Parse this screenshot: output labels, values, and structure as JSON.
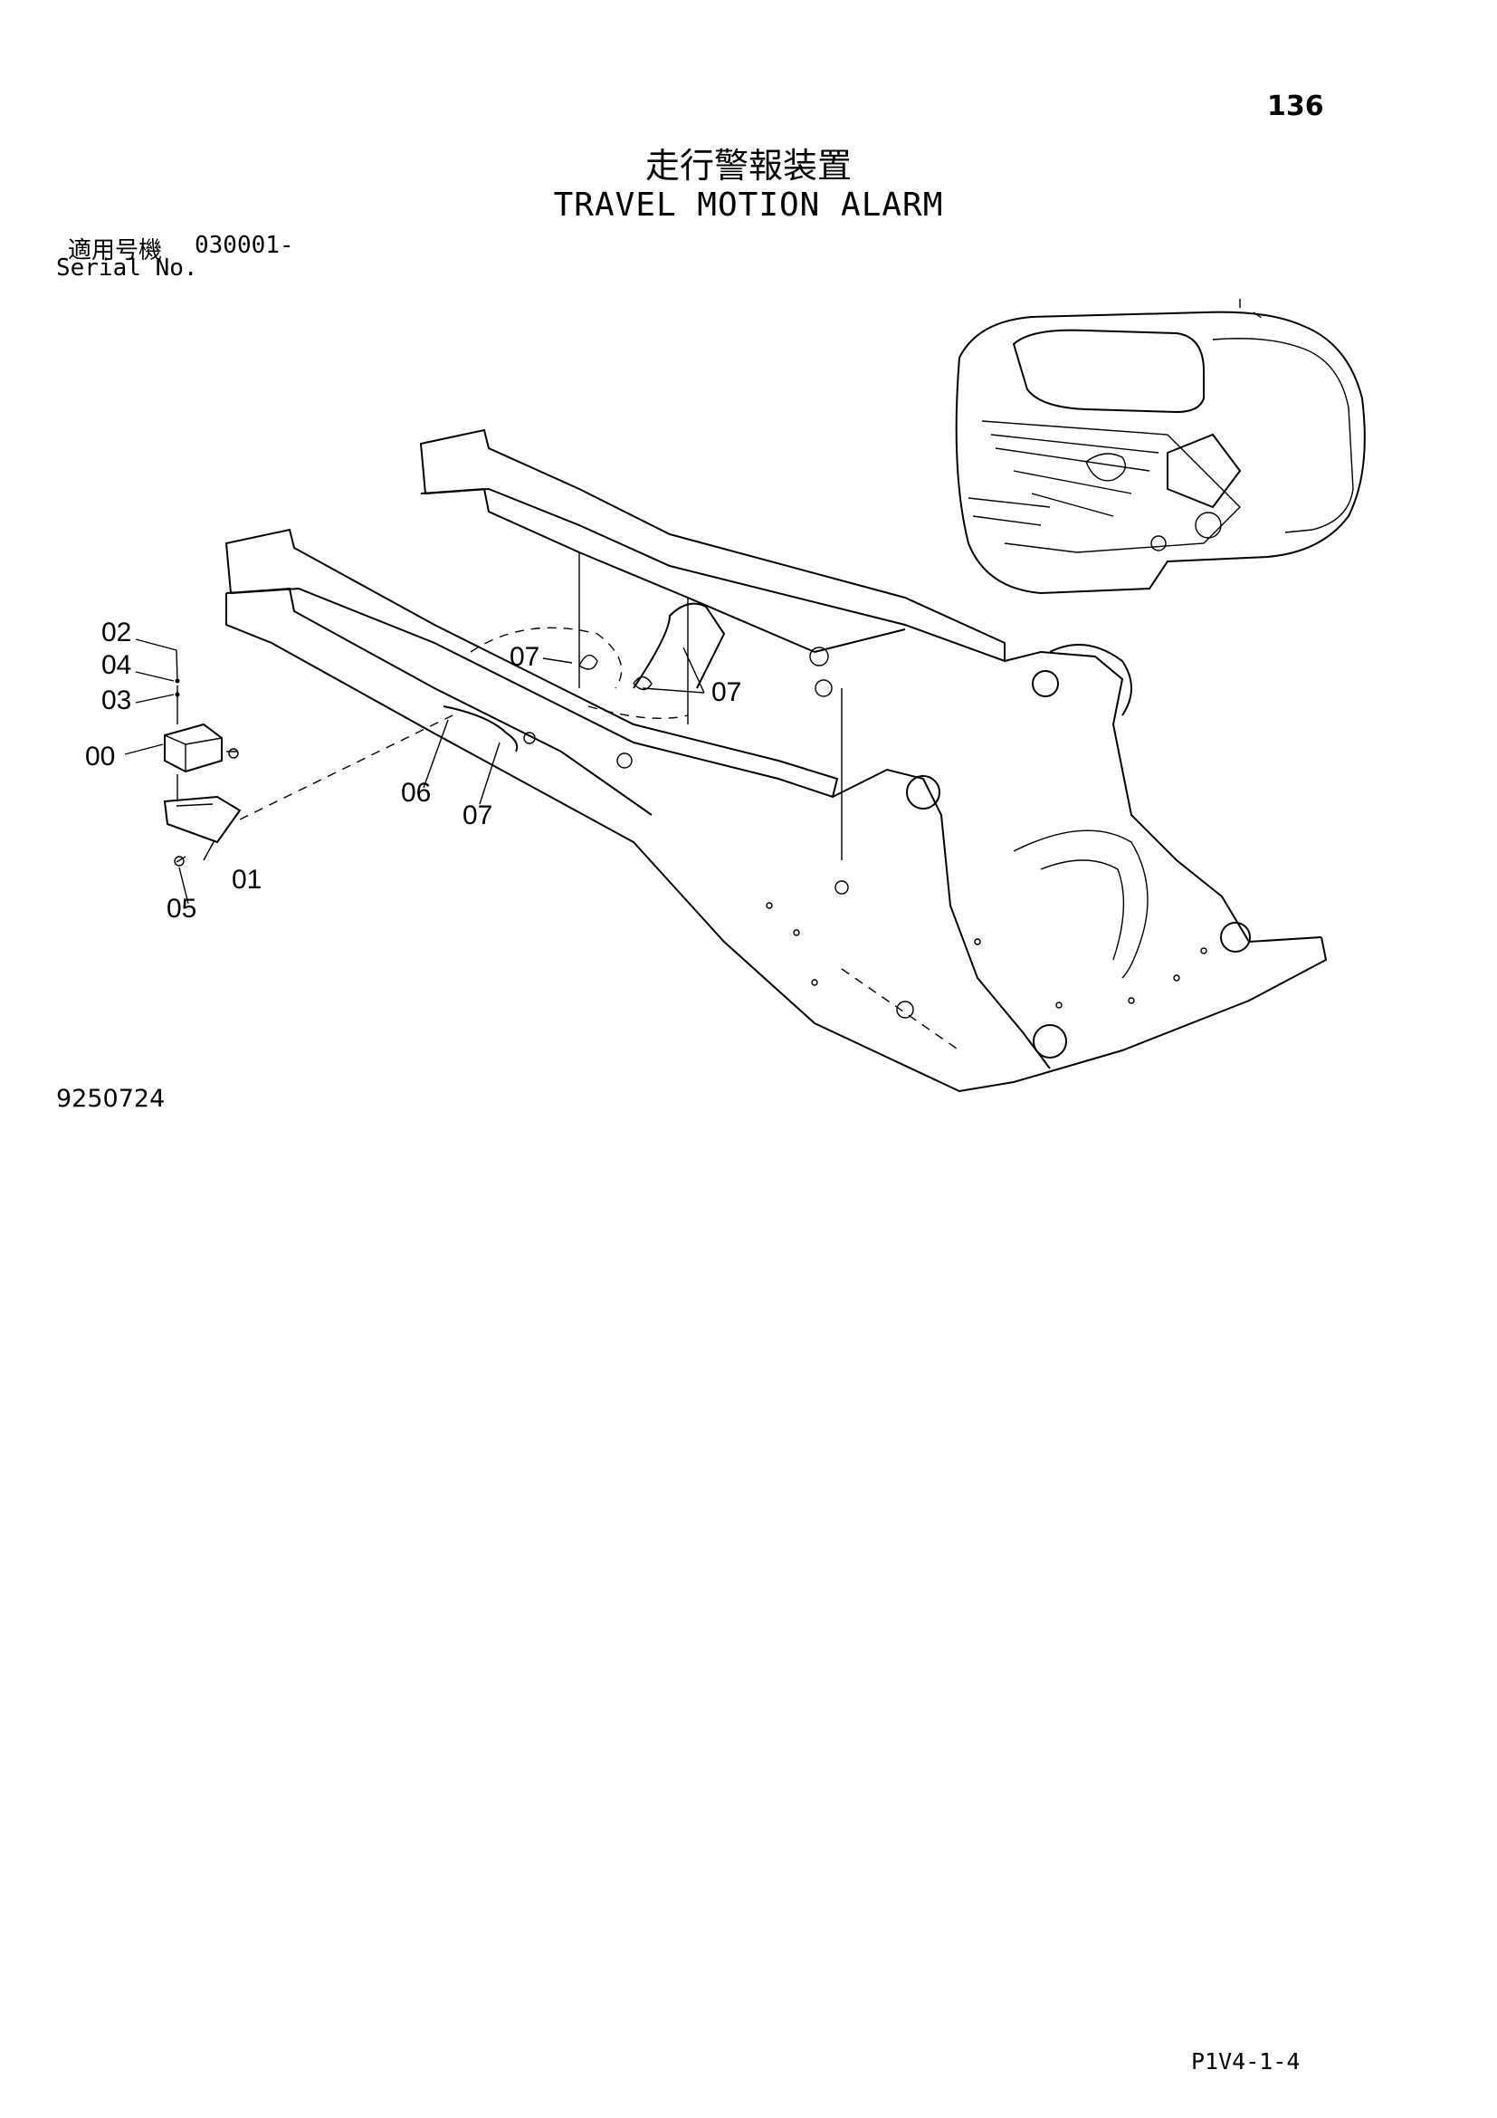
{
  "header": {
    "page_number": "136",
    "title_jp": "走行警報装置",
    "title_en": "TRAVEL MOTION ALARM"
  },
  "serial": {
    "label_jp": "適用号機",
    "value": "030001-",
    "label_en": "Serial No."
  },
  "diagram": {
    "callouts": [
      "02",
      "04",
      "03",
      "00",
      "05",
      "01",
      "06",
      "07",
      "07",
      "07"
    ]
  },
  "footer": {
    "figure_number": "9250724",
    "page_code": "P1V4-1-4"
  }
}
